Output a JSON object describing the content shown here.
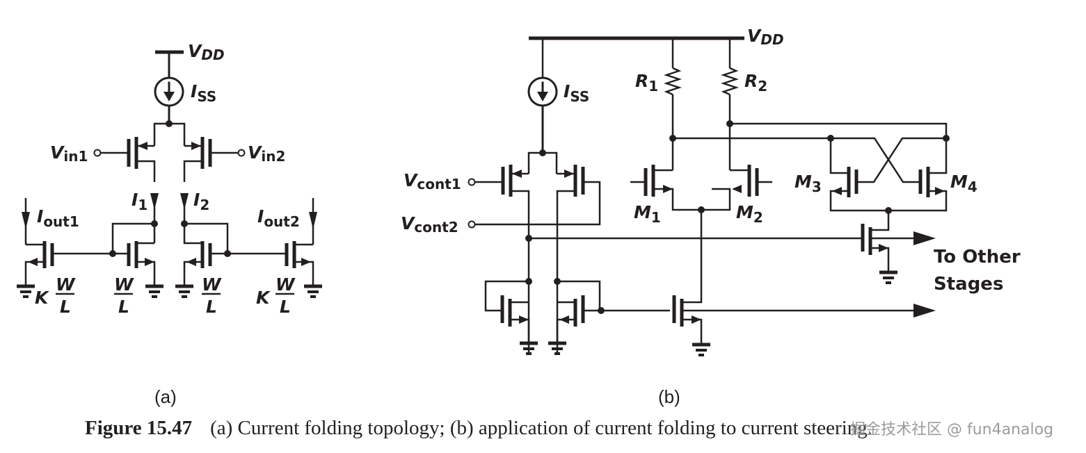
{
  "figure": {
    "number_label": "Figure 15.47",
    "caption": "(a) Current folding topology; (b) application of current folding to current steering.",
    "watermark": "掘金技术社区 @ fun4analog",
    "part_a_label": "(a)",
    "part_b_label": "(b)"
  },
  "circuit_a": {
    "supply": {
      "main": "V",
      "sub": "DD"
    },
    "current_source": {
      "main": "I",
      "sub": "SS"
    },
    "input1": {
      "main": "V",
      "sub": "in1"
    },
    "input2": {
      "main": "V",
      "sub": "in2"
    },
    "branch1": {
      "main": "I",
      "sub": "1"
    },
    "branch2": {
      "main": "I",
      "sub": "2"
    },
    "output1": {
      "main": "I",
      "sub": "out1"
    },
    "output2": {
      "main": "I",
      "sub": "out2"
    },
    "sizes": {
      "k": "K",
      "w": "W",
      "l": "L"
    }
  },
  "circuit_b": {
    "supply": {
      "main": "V",
      "sub": "DD"
    },
    "current_source": {
      "main": "I",
      "sub": "SS"
    },
    "control1": {
      "main": "V",
      "sub": "cont1"
    },
    "control2": {
      "main": "V",
      "sub": "cont2"
    },
    "r1": {
      "main": "R",
      "sub": "1"
    },
    "r2": {
      "main": "R",
      "sub": "2"
    },
    "m1": {
      "main": "M",
      "sub": "1"
    },
    "m2": {
      "main": "M",
      "sub": "2"
    },
    "m3": {
      "main": "M",
      "sub": "3"
    },
    "m4": {
      "main": "M",
      "sub": "4"
    },
    "output_label_line1": "To Other",
    "output_label_line2": "Stages"
  }
}
